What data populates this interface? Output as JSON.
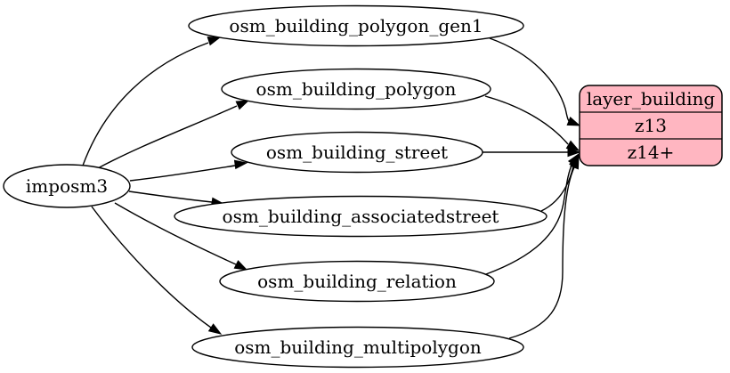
{
  "diagram": {
    "background": "#ffffff",
    "edge_color": "#000000",
    "source": {
      "label": "imposm3"
    },
    "tables": [
      "osm_building_polygon_gen1",
      "osm_building_polygon",
      "osm_building_street",
      "osm_building_associatedstreet",
      "osm_building_relation",
      "osm_building_multipolygon"
    ],
    "layer": {
      "title": "layer_building",
      "rows": [
        "z13",
        "z14+"
      ],
      "fill": "#ffb6c1",
      "stroke": "#000000"
    },
    "edges": [
      {
        "from": "imposm3",
        "to": "osm_building_polygon_gen1"
      },
      {
        "from": "imposm3",
        "to": "osm_building_polygon"
      },
      {
        "from": "imposm3",
        "to": "osm_building_street"
      },
      {
        "from": "imposm3",
        "to": "osm_building_associatedstreet"
      },
      {
        "from": "imposm3",
        "to": "osm_building_relation"
      },
      {
        "from": "imposm3",
        "to": "osm_building_multipolygon"
      },
      {
        "from": "osm_building_polygon_gen1",
        "to": "layer_building:z13"
      },
      {
        "from": "osm_building_polygon",
        "to": "layer_building:z14+"
      },
      {
        "from": "osm_building_street",
        "to": "layer_building:z14+"
      },
      {
        "from": "osm_building_associatedstreet",
        "to": "layer_building:z14+"
      },
      {
        "from": "osm_building_relation",
        "to": "layer_building:z14+"
      },
      {
        "from": "osm_building_multipolygon",
        "to": "layer_building:z14+"
      }
    ]
  }
}
